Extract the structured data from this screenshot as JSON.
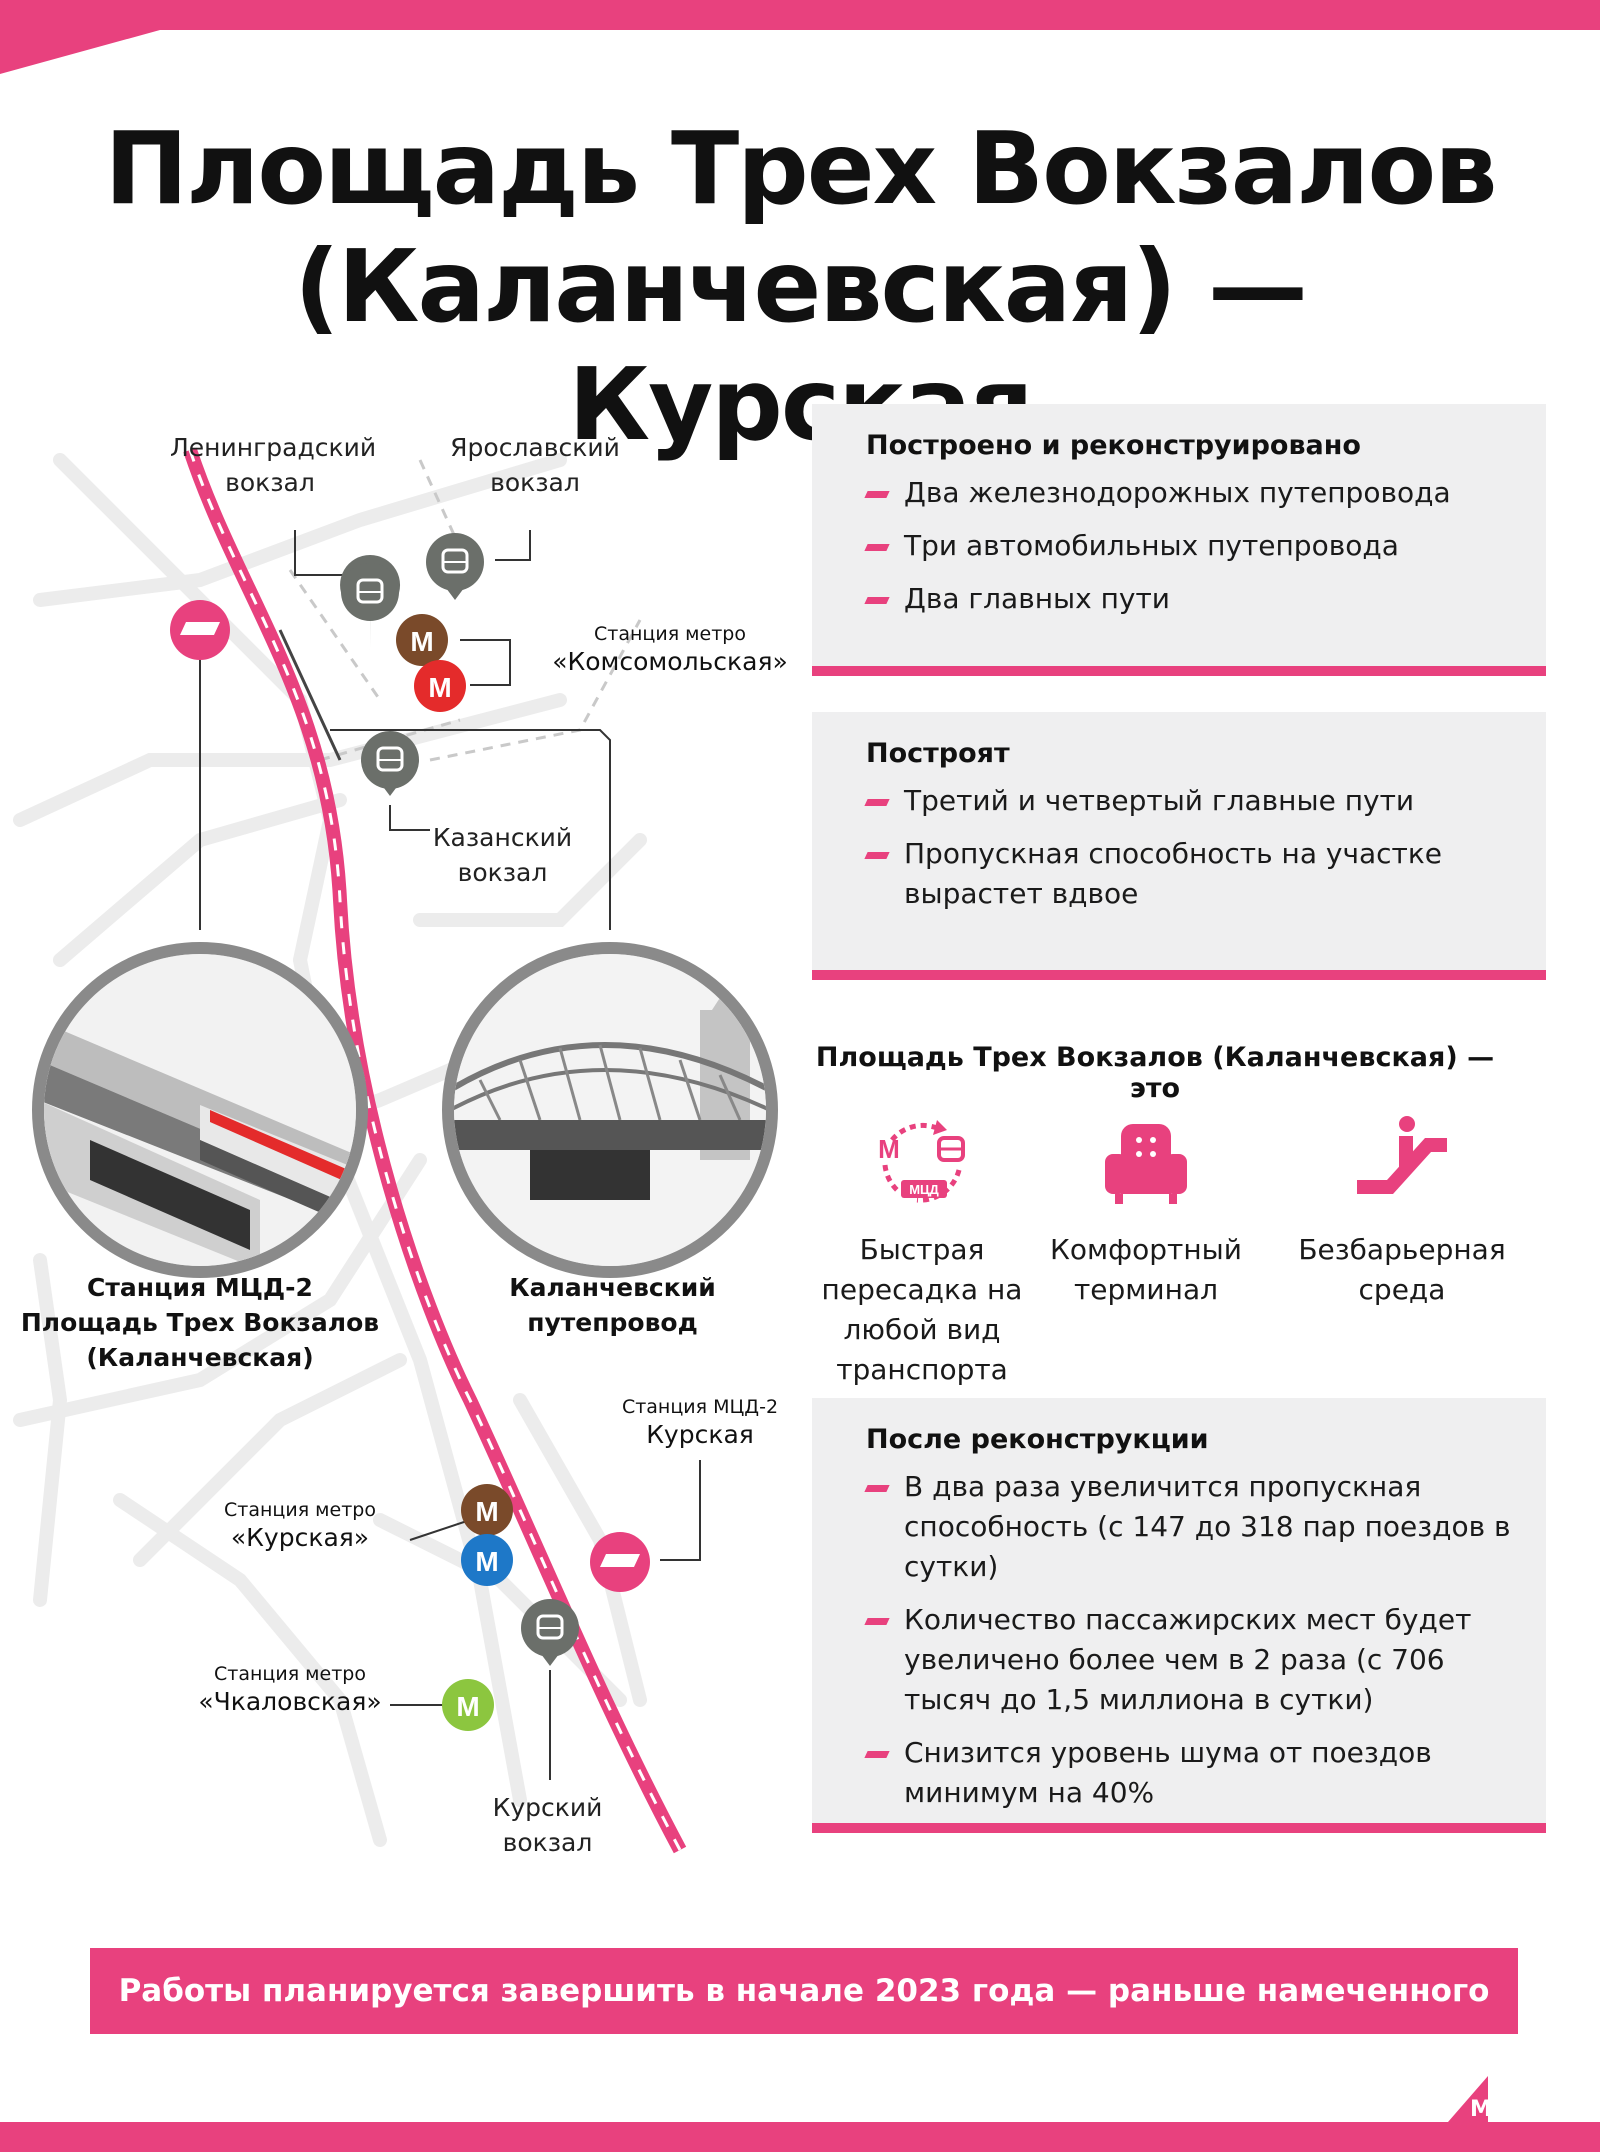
{
  "brand": "MOS.RU",
  "title": {
    "line1": "Площадь Трех Вокзалов",
    "line2": "(Каланчевская) — Курская"
  },
  "map": {
    "leningradsky": [
      "Ленинградский",
      "вокзал"
    ],
    "yaroslavsky": [
      "Ярославский",
      "вокзал"
    ],
    "komsomolskaya_caption": "Станция метро",
    "komsomolskaya_name": "«Комсомольская»",
    "kazansky": [
      "Казанский",
      "вокзал"
    ],
    "mcd_station": [
      "Станция МЦД-2",
      "Площадь Трех Вокзалов",
      "(Каланчевская)"
    ],
    "overpass": [
      "Каланчевский",
      "путепровод"
    ],
    "mcd_kurskaya_caption": "Станция МЦД-2",
    "mcd_kurskaya_name": "Курская",
    "kurskaya_metro_caption": "Станция метро",
    "kurskaya_metro_name": "«Курская»",
    "chkalovskaya_caption": "Станция метро",
    "chkalovskaya_name": "«Чкаловская»",
    "kursky": [
      "Курский",
      "вокзал"
    ],
    "metro_letter": "М"
  },
  "panel_built": {
    "title": "Построено и реконструировано",
    "items": [
      "Два железнодорожных путепровода",
      "Три автомобильных путепровода",
      "Два главных пути"
    ]
  },
  "panel_will_build": {
    "title": "Построят",
    "items": [
      "Третий и четвертый главные пути",
      "Пропускная способность на участке вырастет вдвое"
    ]
  },
  "features": {
    "title": "Площадь Трех Вокзалов (Каланчевская) — это",
    "items": [
      {
        "label": "Быстрая пересадка на любой вид транспорта",
        "icon": "transfer-icon"
      },
      {
        "label": "Комфортный терминал",
        "icon": "armchair-icon"
      },
      {
        "label": "Безбарьерная среда",
        "icon": "escalator-icon"
      }
    ],
    "mcd_badge": "МЦД"
  },
  "panel_after": {
    "title": "После реконструкции",
    "items": [
      "В два раза увеличится пропускная способность (с 147 до 318 пар поездов в сутки)",
      "Количество пассажирских мест будет увеличено более чем в 2 раза (с 706 тысяч до 1,5 миллиона в сутки)",
      "Снизится уровень шума от поездов минимум на 40%"
    ]
  },
  "banner": "Работы планируется завершить в начале 2023 года — раньше намеченного срока",
  "colors": {
    "accent": "#e8417e",
    "panel_bg": "#efeff0",
    "station_gray": "#6b6f6a",
    "metro_brown": "#7a4a2a",
    "metro_red": "#e42b2b",
    "metro_blue": "#1e78c8",
    "metro_green": "#8cc63f"
  }
}
